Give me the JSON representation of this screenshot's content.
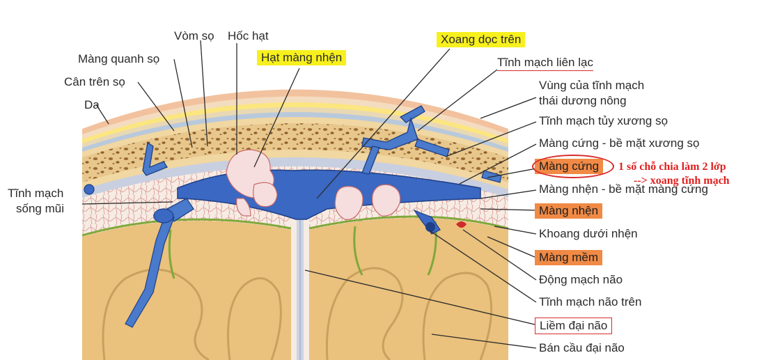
{
  "labels": {
    "vom_so": "Vòm sọ",
    "hoc_hat": "Hốc hạt",
    "mang_quanh_so": "Màng quanh sọ",
    "hat_mang_nhen": "Hạt màng nhện",
    "can_tren_so": "Cân trên sọ",
    "da": "Da",
    "xoang_doc_tren": "Xoang dọc trên",
    "tinh_mach_lien_lac": "Tĩnh mạch liên lạc",
    "vung_tinh_mach_1": "Vùng của tĩnh mạch",
    "vung_tinh_mach_2": "thái dương nông",
    "tinh_mach_tuy": "Tĩnh mạch tủy xương sọ",
    "mang_cung_be_mat": "Màng cứng - bề mặt xương sọ",
    "mang_cung": "Màng cứng",
    "mang_nhen_be_mat": "Màng nhện - bề mặt màng cứng",
    "mang_nhen": "Màng nhện",
    "khoang_duoi_nhen": "Khoang dưới nhện",
    "mang_mem": "Màng mềm",
    "dong_mach_nao": "Động mạch não",
    "tinh_mach_nao_tren": "Tĩnh mạch não trên",
    "liem_dai_nao": "Liềm đại não",
    "ban_cau_dai_nao": "Bán cầu đại não",
    "tinh_mach_song_mui_1": "Tĩnh mạch",
    "tinh_mach_song_mui_2": "sống mũi"
  },
  "annotation": {
    "line1": "1 số chỗ chia làm 2 lớp",
    "line2": "--> xoang tĩnh mạch"
  },
  "colors": {
    "highlight_yellow": "#f7f01e",
    "highlight_orange": "#f08a45",
    "annotation_red": "#e0201e",
    "vein_blue": "#2f5fb8",
    "bone": "#e9c98a",
    "brain": "#e9c27e"
  }
}
